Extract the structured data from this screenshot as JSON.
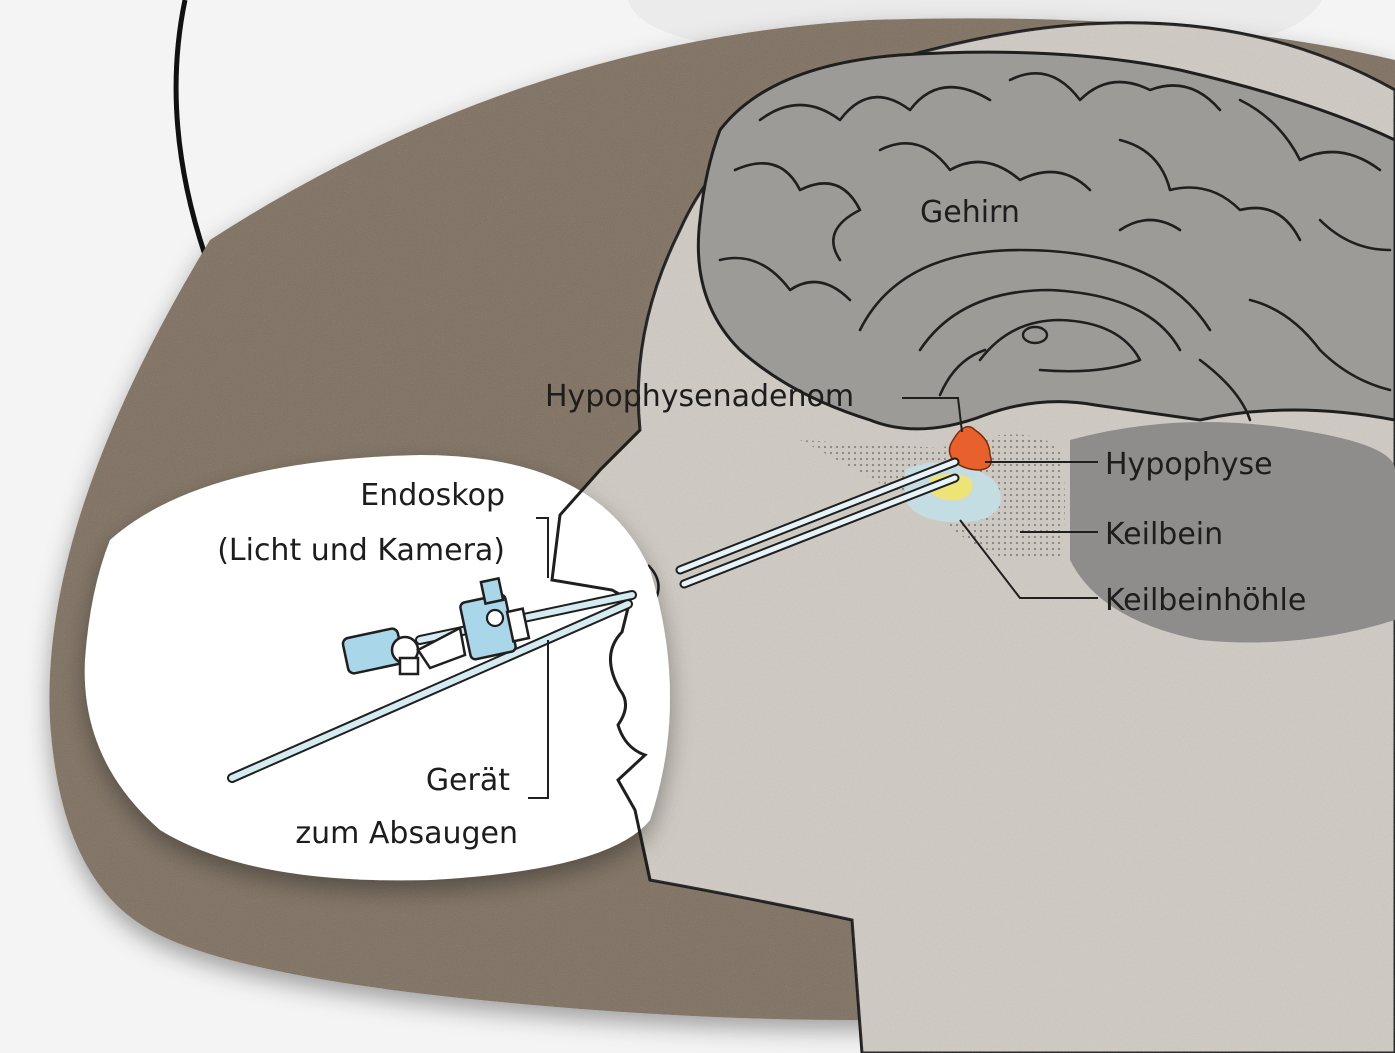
{
  "labels": {
    "brain": "Gehirn",
    "adenoma": "Hypophysenadenom",
    "pituitary": "Hypophyse",
    "sphenoid": "Keilbein",
    "sinus": "Keilbeinhöhle",
    "endoscope_line1": "Endoskop",
    "endoscope_line2": "(Licht und Kamera)",
    "suction_line1": "Gerät",
    "suction_line2": "zum Absaugen"
  },
  "colors": {
    "background_card": "#7e7060",
    "head": "#cfcac2",
    "brain": "#9a9895",
    "inset": "#ffffff",
    "instrument": "#a9d6e8",
    "adenoma": "#e8602b",
    "pituitary": "#f2e36a"
  }
}
